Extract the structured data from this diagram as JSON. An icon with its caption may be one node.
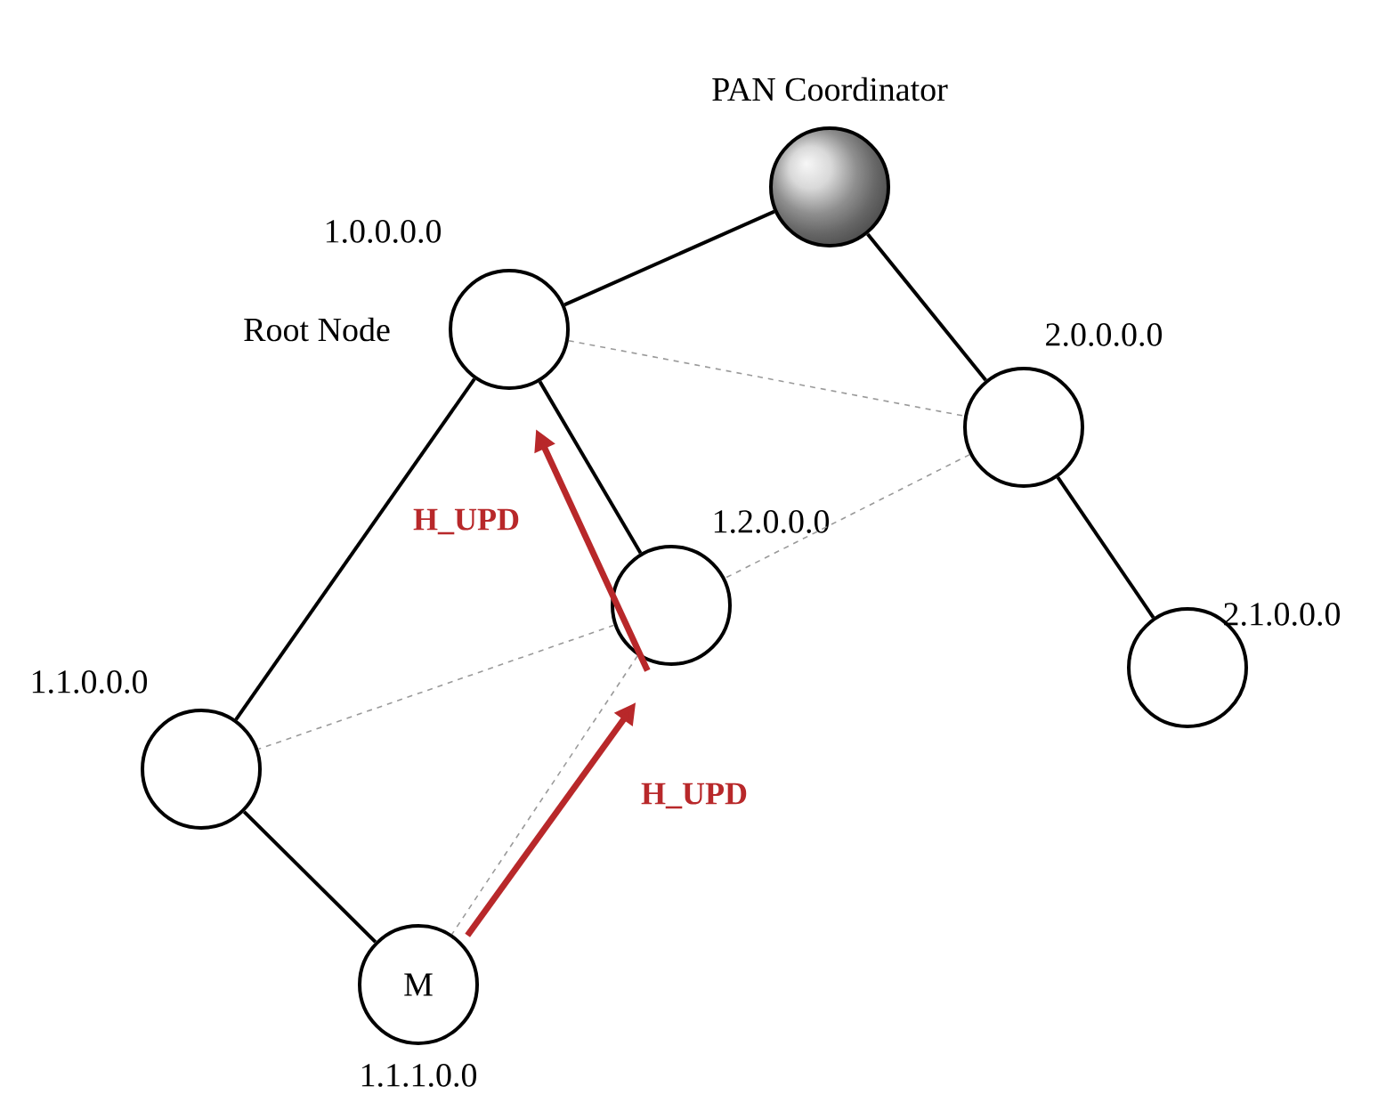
{
  "diagram": {
    "nodes": [
      {
        "text": [],
        "shape": "circle",
        "beside": [
          "PAN Coordinator"
        ]
      },
      {
        "text": [],
        "shape": "circle",
        "beside": [
          "1.0.0.0.0",
          "Root Node"
        ]
      },
      {
        "text": [],
        "shape": "circle",
        "beside": [
          "2.0.0.0.0"
        ]
      },
      {
        "text": [],
        "shape": "circle",
        "beside": [
          "1.2.0.0.0"
        ]
      },
      {
        "text": [],
        "shape": "circle",
        "beside": [
          "2.1.0.0.0"
        ]
      },
      {
        "text": [],
        "shape": "circle",
        "beside": [
          "1.1.0.0.0"
        ]
      },
      {
        "text": [
          "M"
        ],
        "beside": [
          "1.1.1.0.0"
        ]
      }
    ],
    "edges": [
      {
        "from": 0,
        "to": 1,
        "arrow": "none"
      },
      {
        "from": 0,
        "to": 2,
        "arrow": "none"
      },
      {
        "from": 1,
        "to": 2,
        "arrow": "none",
        "style": "dashed",
        "color": "#9a9a9a"
      },
      {
        "from": 1,
        "to": 5,
        "arrow": "none"
      },
      {
        "from": 1,
        "to": 3,
        "arrow": "none"
      },
      {
        "from": 2,
        "to": 3,
        "arrow": "none",
        "style": "dashed",
        "color": "#9a9a9a"
      },
      {
        "from": 2,
        "to": 4,
        "arrow": "none"
      },
      {
        "from": 3,
        "to": 5,
        "arrow": "none",
        "style": "dashed",
        "color": "#9a9a9a"
      },
      {
        "from": 3,
        "to": 6,
        "arrow": "none",
        "style": "dashed",
        "color": "#9a9a9a"
      },
      {
        "from": 5,
        "to": 6,
        "arrow": "none"
      },
      {
        "from": 3,
        "to": 1,
        "arrow": "to",
        "color": "#b8282a",
        "label": "H_UPD"
      },
      {
        "from": 6,
        "to": 3,
        "arrow": "to",
        "color": "#b8282a",
        "label": "H_UPD"
      }
    ]
  }
}
